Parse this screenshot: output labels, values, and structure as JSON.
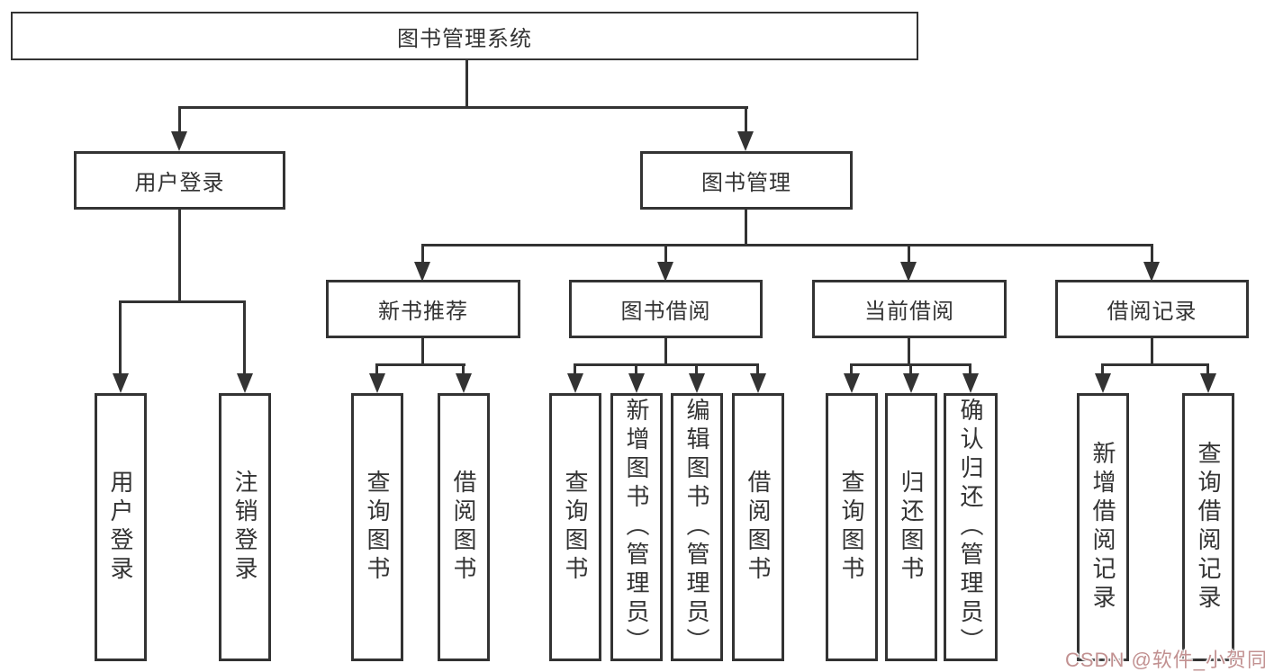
{
  "diagram": {
    "type": "hierarchy-tree",
    "root": {
      "label": "图书管理系统"
    },
    "level1": [
      {
        "id": "user-login",
        "label": "用户登录",
        "parent": "root"
      },
      {
        "id": "book-management",
        "label": "图书管理",
        "parent": "root"
      }
    ],
    "level2": [
      {
        "id": "new-book-recommend",
        "label": "新书推荐",
        "parent": "book-management"
      },
      {
        "id": "book-borrow",
        "label": "图书借阅",
        "parent": "book-management"
      },
      {
        "id": "current-borrow",
        "label": "当前借阅",
        "parent": "book-management"
      },
      {
        "id": "borrow-records",
        "label": "借阅记录",
        "parent": "book-management"
      }
    ],
    "leaves": {
      "user_login": "用户登录",
      "logout": "注销登录",
      "rec_query_books": "查询图书",
      "rec_borrow_books": "借阅图书",
      "bb_query_books": "查询图书",
      "bb_add_books": "新增图书（管理员）",
      "bb_edit_books": "编辑图书（管理员）",
      "bb_borrow_books": "借阅图书",
      "cb_query_books": "查询图书",
      "cb_return_books": "归还图书",
      "cb_confirm_return": "确认归还（管理员）",
      "br_add_record": "新增借阅记录",
      "br_query_record": "查询借阅记录"
    },
    "leaf_parents": {
      "user_login": "user-login",
      "logout": "user-login",
      "rec_query_books": "new-book-recommend",
      "rec_borrow_books": "new-book-recommend",
      "bb_query_books": "book-borrow",
      "bb_add_books": "book-borrow",
      "bb_edit_books": "book-borrow",
      "bb_borrow_books": "book-borrow",
      "cb_query_books": "current-borrow",
      "cb_return_books": "current-borrow",
      "cb_confirm_return": "current-borrow",
      "br_add_record": "borrow-records",
      "br_query_record": "borrow-records"
    },
    "colors": {
      "line": "#333333",
      "text": "#333333",
      "background": "#ffffff",
      "watermark": "#c29191"
    },
    "watermark": {
      "text": "CSDN @软件_小贺同学"
    }
  }
}
